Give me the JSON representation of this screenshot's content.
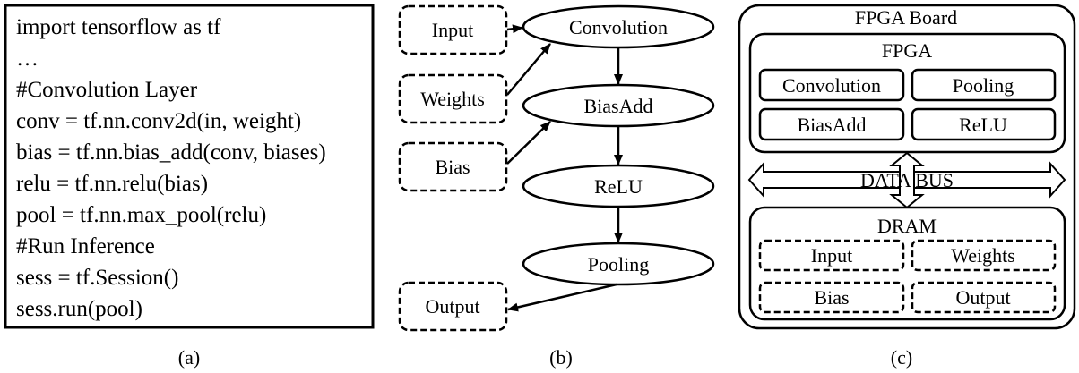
{
  "panel_a": {
    "caption": "(a)",
    "code_lines": [
      "import tensorflow as tf",
      "…",
      "#Convolution Layer",
      "conv = tf.nn.conv2d(in, weight)",
      "bias = tf.nn.bias_add(conv, biases)",
      "relu = tf.nn.relu(bias)",
      "pool = tf.nn.max_pool(relu)",
      "#Run Inference",
      "sess = tf.Session()",
      "sess.run(pool)"
    ]
  },
  "panel_b": {
    "caption": "(b)",
    "inputs": {
      "input": "Input",
      "weights": "Weights",
      "bias": "Bias"
    },
    "ops": {
      "convolution": "Convolution",
      "biasadd": "BiasAdd",
      "relu": "ReLU",
      "pooling": "Pooling"
    },
    "output": "Output"
  },
  "panel_c": {
    "caption": "(c)",
    "board_title": "FPGA Board",
    "fpga_title": "FPGA",
    "fpga_units": {
      "convolution": "Convolution",
      "pooling": "Pooling",
      "biasadd": "BiasAdd",
      "relu": "ReLU"
    },
    "bus_label": "DATA BUS",
    "dram_title": "DRAM",
    "dram_buffers": {
      "input": "Input",
      "weights": "Weights",
      "bias": "Bias",
      "output": "Output"
    }
  }
}
